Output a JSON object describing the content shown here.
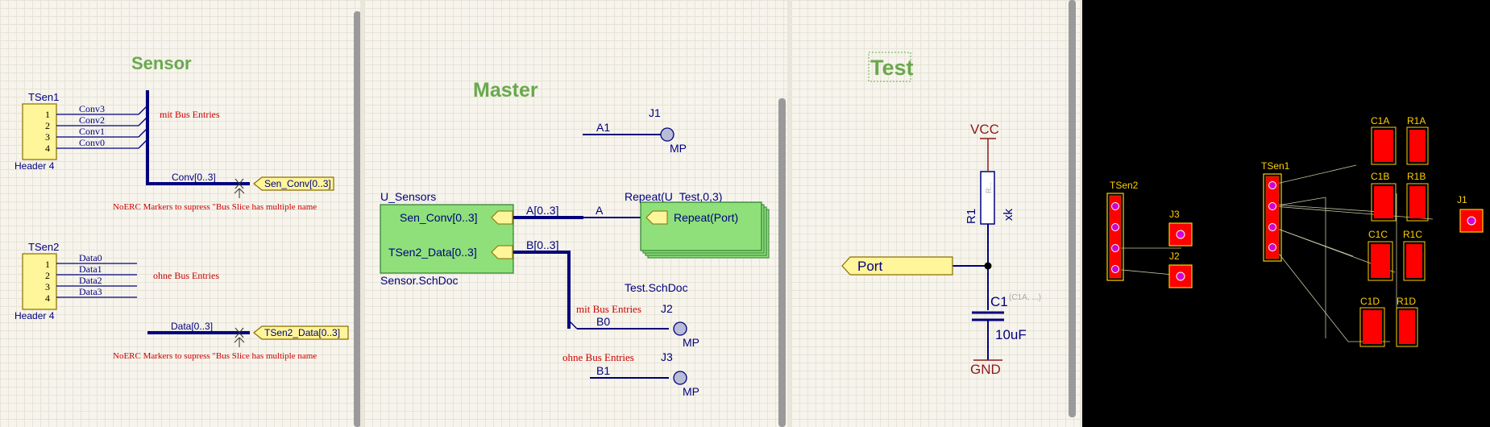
{
  "sensor": {
    "title": "Sensor",
    "tsen1": {
      "designator": "TSen1",
      "comment": "Header 4",
      "pins": [
        "1",
        "2",
        "3",
        "4"
      ]
    },
    "tsen1_nets": [
      "Conv3",
      "Conv2",
      "Conv1",
      "Conv0"
    ],
    "note_bus_entries": "mit Bus Entries",
    "bus1_label": "Conv[0..3]",
    "port1": "Sen_Conv[0..3]",
    "noerc_note_1": "NoERC Markers to supress \"Bus Slice has multiple name",
    "tsen2": {
      "designator": "TSen2",
      "comment": "Header 4",
      "pins": [
        "1",
        "2",
        "3",
        "4"
      ]
    },
    "tsen2_nets": [
      "Data0",
      "Data1",
      "Data2",
      "Data3"
    ],
    "note_no_bus_entries": "ohne Bus Entries",
    "bus2_label": "Data[0..3]",
    "port2": "TSen2_Data[0..3]",
    "noerc_note_2": "NoERC Markers to supress \"Bus Slice has multiple name"
  },
  "master": {
    "title": "Master",
    "j1": {
      "designator": "J1",
      "net": "A1",
      "comment": "MP"
    },
    "sheet_symbol": {
      "designator": "U_Sensors",
      "filename": "Sensor.SchDoc",
      "entries": [
        "Sen_Conv[0..3]",
        "TSen2_Data[0..3]"
      ]
    },
    "bus_a_label": "A[0..3]",
    "bus_b_label": "B[0..3]",
    "net_a": "A",
    "repeat_symbol": {
      "designator": "Repeat(U_Test,0,3)",
      "filename": "Test.SchDoc",
      "entry": "Repeat(Port)"
    },
    "note_bus_entries": "mit Bus Entries",
    "j2": {
      "designator": "J2",
      "net": "B0",
      "comment": "MP"
    },
    "note_no_bus_entries": "ohne Bus Entries",
    "j3": {
      "designator": "J3",
      "net": "B1",
      "comment": "MP"
    }
  },
  "test": {
    "title": "Test",
    "vcc": "VCC",
    "r1": {
      "designator": "R1",
      "value": "xk",
      "body_text": "R..."
    },
    "port": "Port",
    "c1": {
      "designator": "C1",
      "channels": "(C1A, ...)",
      "value": "10uF"
    },
    "gnd": "GND"
  },
  "pcb": {
    "tsen2": "TSen2",
    "j3": "J3",
    "j2": "J2",
    "tsen1": "TSen1",
    "j1": "J1",
    "components": [
      "C1A",
      "R1A",
      "C1B",
      "R1B",
      "C1C",
      "R1C",
      "C1D",
      "R1D"
    ]
  },
  "colors": {
    "sheet_bg": "#f6f4ec",
    "wire": "#00007f",
    "title_green": "#6aa84f",
    "note_red": "#cc0000",
    "port_fill": "#fff59a",
    "sheet_symbol_fill": "#8fe07a",
    "pcb_bg": "#000000",
    "pcb_pad": "#ff0000",
    "pcb_silk": "#ffd000"
  }
}
